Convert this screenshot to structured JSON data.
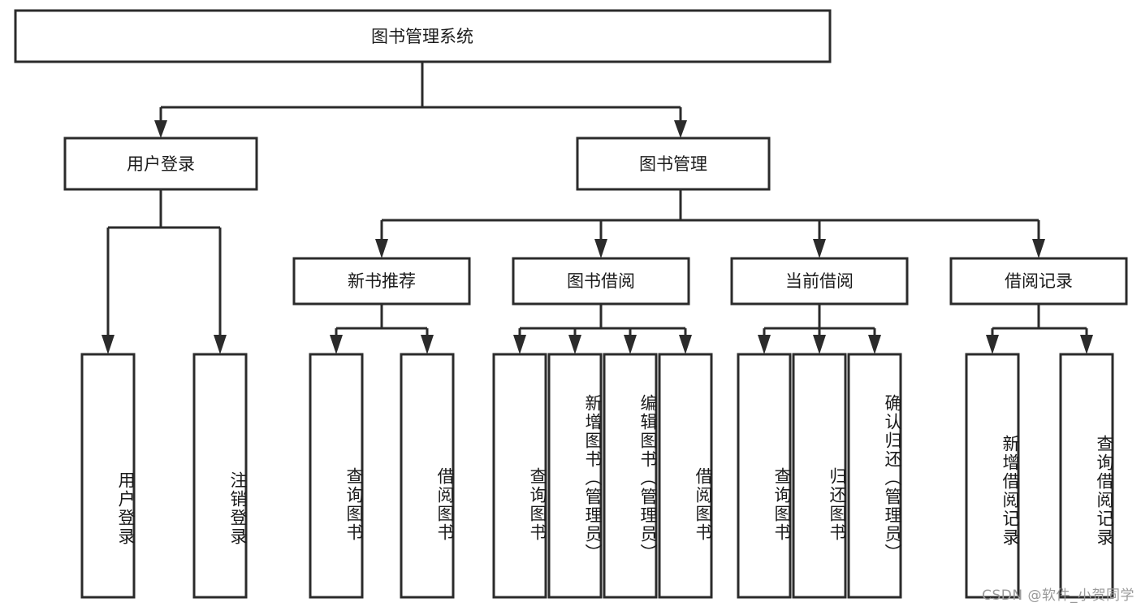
{
  "diagram": {
    "title": "图书管理系统",
    "type": "tree-hierarchy",
    "root": {
      "label": "图书管理系统"
    },
    "level2": [
      {
        "label": "用户登录"
      },
      {
        "label": "图书管理"
      }
    ],
    "level3": [
      {
        "label": "新书推荐"
      },
      {
        "label": "图书借阅"
      },
      {
        "label": "当前借阅"
      },
      {
        "label": "借阅记录"
      }
    ],
    "leaves": {
      "user_login": [
        {
          "label": "用户登录"
        },
        {
          "label": "注销登录"
        }
      ],
      "new_book_recommend": [
        {
          "label": "查询图书"
        },
        {
          "label": "借阅图书"
        }
      ],
      "book_borrow": [
        {
          "label": "查询图书"
        },
        {
          "label": "新增图书（管理员）"
        },
        {
          "label": "编辑图书（管理员）"
        },
        {
          "label": "借阅图书"
        }
      ],
      "current_borrow": [
        {
          "label": "查询图书"
        },
        {
          "label": "归还图书"
        },
        {
          "label": "确认归还（管理员）"
        }
      ],
      "borrow_record": [
        {
          "label": "新增借阅记录"
        },
        {
          "label": "查询借阅记录"
        }
      ]
    }
  },
  "watermark": {
    "text": "CSDN @软件_小贺同学"
  },
  "colors": {
    "box_stroke": "#2b2b2b",
    "box_fill": "#ffffff",
    "text": "#1a1a1a",
    "watermark": "#9a9a9a",
    "background": "#ffffff"
  }
}
